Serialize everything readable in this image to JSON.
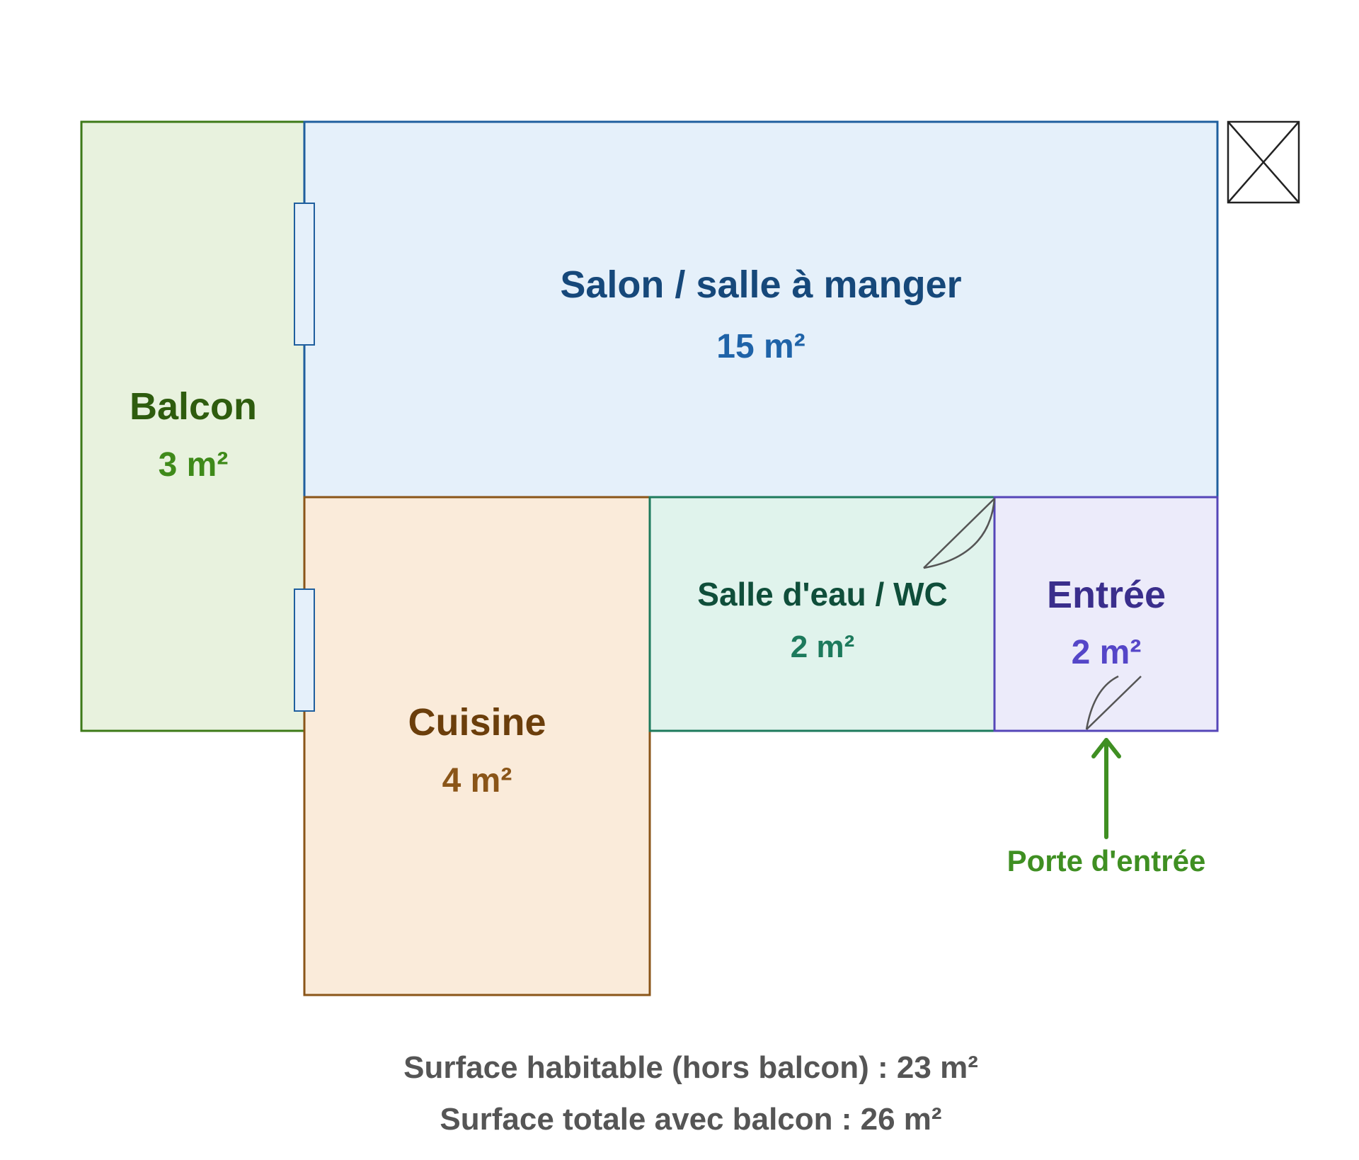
{
  "rooms": {
    "salon": {
      "name": "Salon / salle à manger",
      "area": "15 m²",
      "fill": "#e5f0fa",
      "stroke": "#1f5f9e",
      "name_color": "#16487a",
      "area_color": "#1f63a8"
    },
    "balcon": {
      "name": "Balcon",
      "area": "3 m²",
      "fill": "#e8f2de",
      "stroke": "#3d7a18",
      "name_color": "#2e5c0e",
      "area_color": "#3f8a1a"
    },
    "cuisine": {
      "name": "Cuisine",
      "area": "4 m²",
      "fill": "#faebda",
      "stroke": "#8a5518",
      "name_color": "#6b3e0b",
      "area_color": "#8a5518"
    },
    "salle_eau": {
      "name": "Salle d'eau / WC",
      "area": "2 m²",
      "fill": "#e0f3ec",
      "stroke": "#1d7a5c",
      "name_color": "#0f4e3a",
      "area_color": "#1d7a5c"
    },
    "entree": {
      "name": "Entrée",
      "area": "2 m²",
      "fill": "#ecebfa",
      "stroke": "#5546b8",
      "name_color": "#3a2e8c",
      "area_color": "#5546c8"
    }
  },
  "front_door": {
    "label": "Porte d'entrée",
    "color": "#3f8f22"
  },
  "summary": {
    "habitable": "Surface habitable (hors balcon) : 23 m²",
    "total": "Surface totale avec balcon : 26 m²",
    "color": "#555555"
  },
  "icons": {
    "door": "door-swing-icon",
    "window": "window-icon",
    "shaft": "shaft-cross-icon",
    "arrow": "arrow-up-icon"
  }
}
